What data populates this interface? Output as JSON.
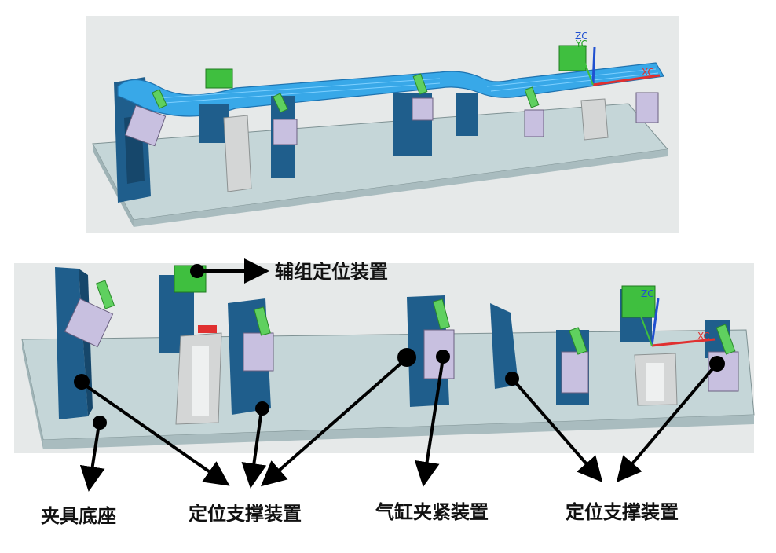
{
  "labels": {
    "aux_positioning": "辅组定位装置",
    "fixture_base": "夹具底座",
    "support_left": "定位支撑装置",
    "cylinder_clamp": "气缸夹紧装置",
    "support_right": "定位支撑装置"
  },
  "axes": {
    "z": "ZC",
    "y": "YC",
    "x": "XC"
  },
  "colors": {
    "viewport_bg": "#e6e9e9",
    "base_plate": "#c5d6d8",
    "support_blue": "#1f5e8c",
    "clamp_green": "#3fbf3f",
    "cylinder_lilac": "#c8c0e0",
    "workpiece_blue": "#38a8e8",
    "bracket_gray": "#d4d6d6",
    "arrow": "#000000",
    "axis_z": "#2050d0",
    "axis_x": "#e03030"
  }
}
